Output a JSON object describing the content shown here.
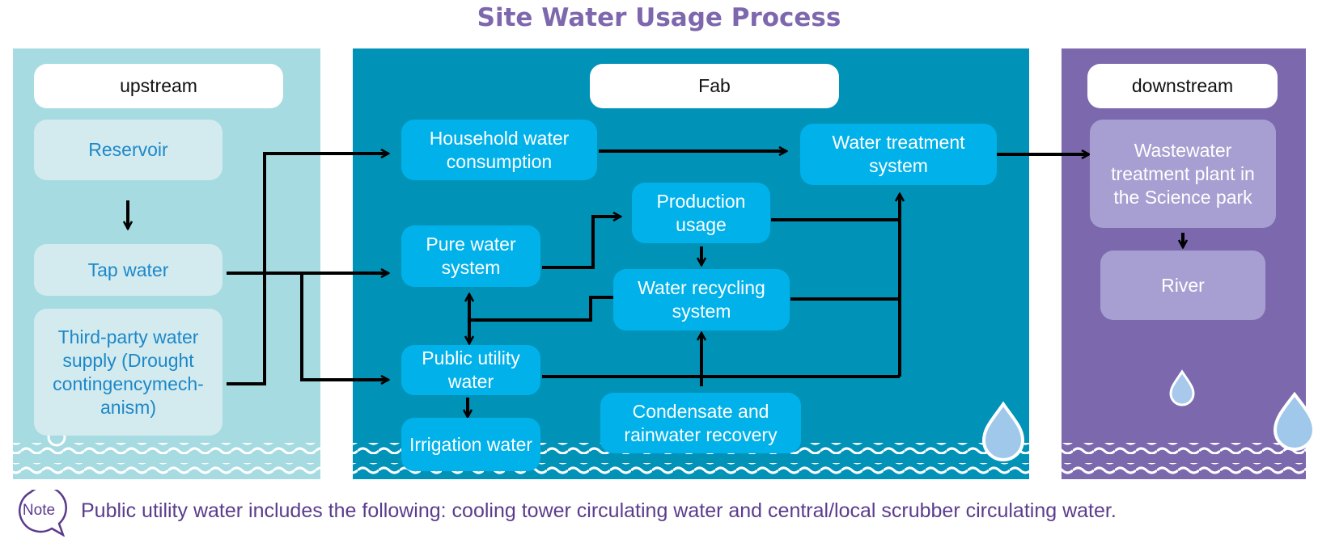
{
  "title": "Site Water Usage Process",
  "headers": {
    "upstream": "upstream",
    "fab": "Fab",
    "downstream": "downstream"
  },
  "upstream": {
    "reservoir": "Reservoir",
    "tap_water": "Tap water",
    "third_party": "Third-party water supply (Drought contingencymech-anism)"
  },
  "fab": {
    "household": "Household water consumption",
    "water_treatment": "Water treatment system",
    "production": "Production usage",
    "pure_water": "Pure water system",
    "recycling": "Water recycling system",
    "public_utility": "Public utility water",
    "irrigation": "Irrigation water",
    "condensate": "Condensate and rainwater recovery"
  },
  "downstream": {
    "wastewater": "Wastewater treatment plant in the Science park",
    "river": "River"
  },
  "note": {
    "badge": "Note",
    "text": "Public utility water includes the following: cooling tower circulating water and central/local scrubber circulating water."
  },
  "colors": {
    "title": "#7d67ad",
    "upstream_panel": "#a6dbe1",
    "fab_panel": "#0092b7",
    "downstream_panel": "#7b68ad",
    "upstream_box": "#d3ebef",
    "fab_box": "#00b1ea",
    "downstream_box": "#a79fd1",
    "upstream_text": "#1d88c8",
    "note_text": "#5b3c8c"
  }
}
